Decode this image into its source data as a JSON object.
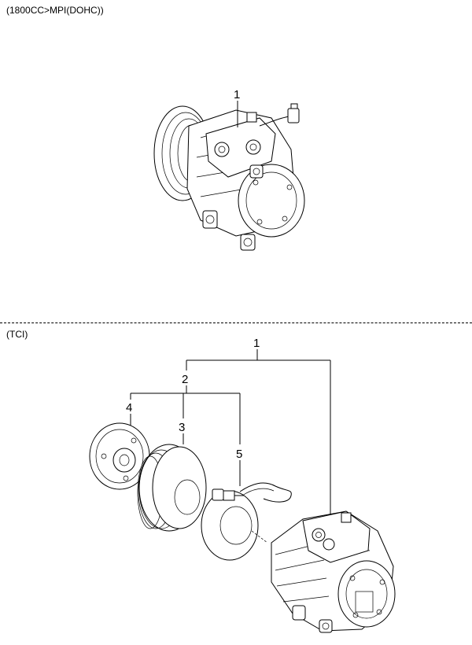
{
  "sections": [
    {
      "label": "(1800CC>MPI(DOHC))",
      "callouts": [
        "1"
      ]
    },
    {
      "label": "(TCI)",
      "callouts": [
        "1",
        "2",
        "3",
        "4",
        "5"
      ]
    }
  ]
}
